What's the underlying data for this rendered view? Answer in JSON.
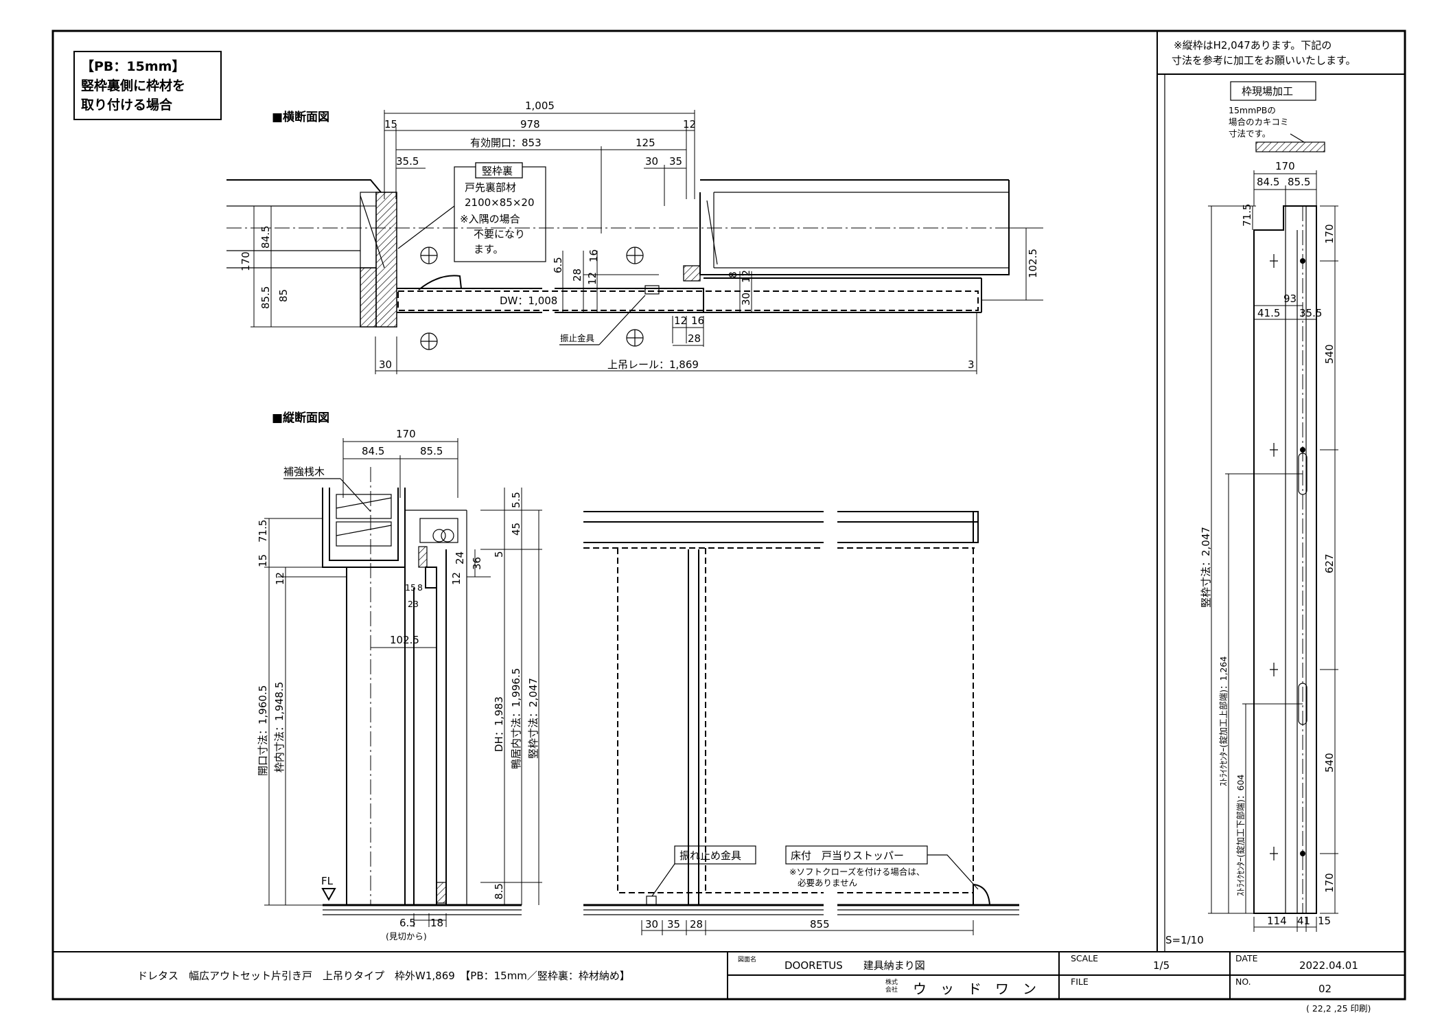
{
  "note_box": {
    "line1": "【PB：15mm】",
    "line2": "竪枠裏側に枠材を",
    "line3": "取り付ける場合"
  },
  "sections": {
    "horizontal": "■横断面図",
    "vertical": "■縦断面図"
  },
  "horizontal_section": {
    "dim_1005": "1,005",
    "dim_978": "978",
    "dim_15": "15",
    "dim_12": "12",
    "effective_opening": "有効開口：853",
    "dim_125": "125",
    "dim_35_5": "35.5",
    "dim_30": "30",
    "dim_35": "35",
    "callout_title": "竪枠裏",
    "callout_l1": "戸先裏部材",
    "callout_l2": "2100×85×20",
    "callout_l3": "※入隅の場合",
    "callout_l4": "不要になり",
    "callout_l5": "ます。",
    "dim_170": "170",
    "dim_84_5": "84.5",
    "dim_85_5": "85.5",
    "dim_85": "85",
    "dim_6_5": "6.5",
    "dim_16": "16",
    "dim_28": "28",
    "dim_12b": "12",
    "dw": "DW：1,008",
    "dim_8": "8",
    "dim_30b": "30",
    "dim_12c": "12",
    "dim_102_5": "102.5",
    "stopper_hw": "振止金具",
    "dim_12d": "12",
    "dim_16b": "16",
    "dim_28b": "28",
    "dim_30c": "30",
    "rail": "上吊レール：1,869",
    "dim_3": "3"
  },
  "vertical_section": {
    "dim_170": "170",
    "dim_84_5": "84.5",
    "dim_85_5": "85.5",
    "reinforce": "補強桟木",
    "dim_71_5": "71.5",
    "dim_15": "15",
    "dim_12": "12",
    "dim_5_5": "5.5",
    "dim_45": "45",
    "dim_5": "5",
    "dim_24": "24",
    "dim_36": "36",
    "dim_12b": "12",
    "dim_15b": "15",
    "dim_8": "8",
    "dim_23": "23",
    "dim_102_5": "102.5",
    "opening": "開口寸法：1,960.5",
    "frame_inner": "枠内寸法：1,948.5",
    "dh": "DH：1,983",
    "room_inner": "鴨居内寸法：1,996.5",
    "jamb": "竪枠寸法：2,047",
    "fl": "FL",
    "dim_8_5": "8.5",
    "dim_6_5": "6.5",
    "dim_18": "18",
    "view_note": "(見切から)"
  },
  "elevation": {
    "anti_lift": "振れ止め金具",
    "floor_stopper": "床付　戸当りストッパー",
    "soft_close_l1": "※ソフトクローズを付ける場合は、",
    "soft_close_l2": "必要ありません",
    "dim_30": "30",
    "dim_35": "35",
    "dim_28": "28",
    "dim_855": "855"
  },
  "side_panel": {
    "note_l1": "※縦枠はH2,047あります。下記の",
    "note_l2": "寸法を参考に加工をお願いいたします。",
    "title": "枠現場加工",
    "pb_l1": "15mmPBの",
    "pb_l2": "場合のカキコミ",
    "pb_l3": "寸法です。",
    "dim_170": "170",
    "dim_84_5": "84.5",
    "dim_85_5": "85.5",
    "dim_71_5": "71.5",
    "dim_170b": "170",
    "dim_93": "93",
    "dim_41_5": "41.5",
    "dim_35_5": "35.5",
    "dim_540": "540",
    "dim_627": "627",
    "dim_540b": "540",
    "dim_170c": "170",
    "jamb": "竪枠寸法：2,047",
    "strike_upper": "ｽﾄﾗｲｸｾﾝﾀｰ(錠加工上部端)：1,264",
    "strike_lower": "ｽﾄﾗｲｸｾﾝﾀｰ(錠加工下部端)：604",
    "dim_114": "114",
    "dim_41": "41",
    "dim_15": "15",
    "scale": "S=1/10"
  },
  "title_block": {
    "description": "ドレタス　幅広アウトセット片引き戸　上吊りタイプ　枠外W1,869　【PB：15mm／竪枠裏：枠材納め】",
    "drawing_name_label": "図面名",
    "drawing_name": "DOORETUS　　建具納まり図",
    "company_prefix_l1": "株式",
    "company_prefix_l2": "会社",
    "company": "ウ　ッ　ド　ワ　ン",
    "scale_label": "SCALE",
    "scale": "1/5",
    "file_label": "FILE",
    "file": "",
    "date_label": "DATE",
    "date": "2022.04.01",
    "no_label": "NO.",
    "no": "02",
    "printed": "( 22,2 ,25 印刷)"
  }
}
